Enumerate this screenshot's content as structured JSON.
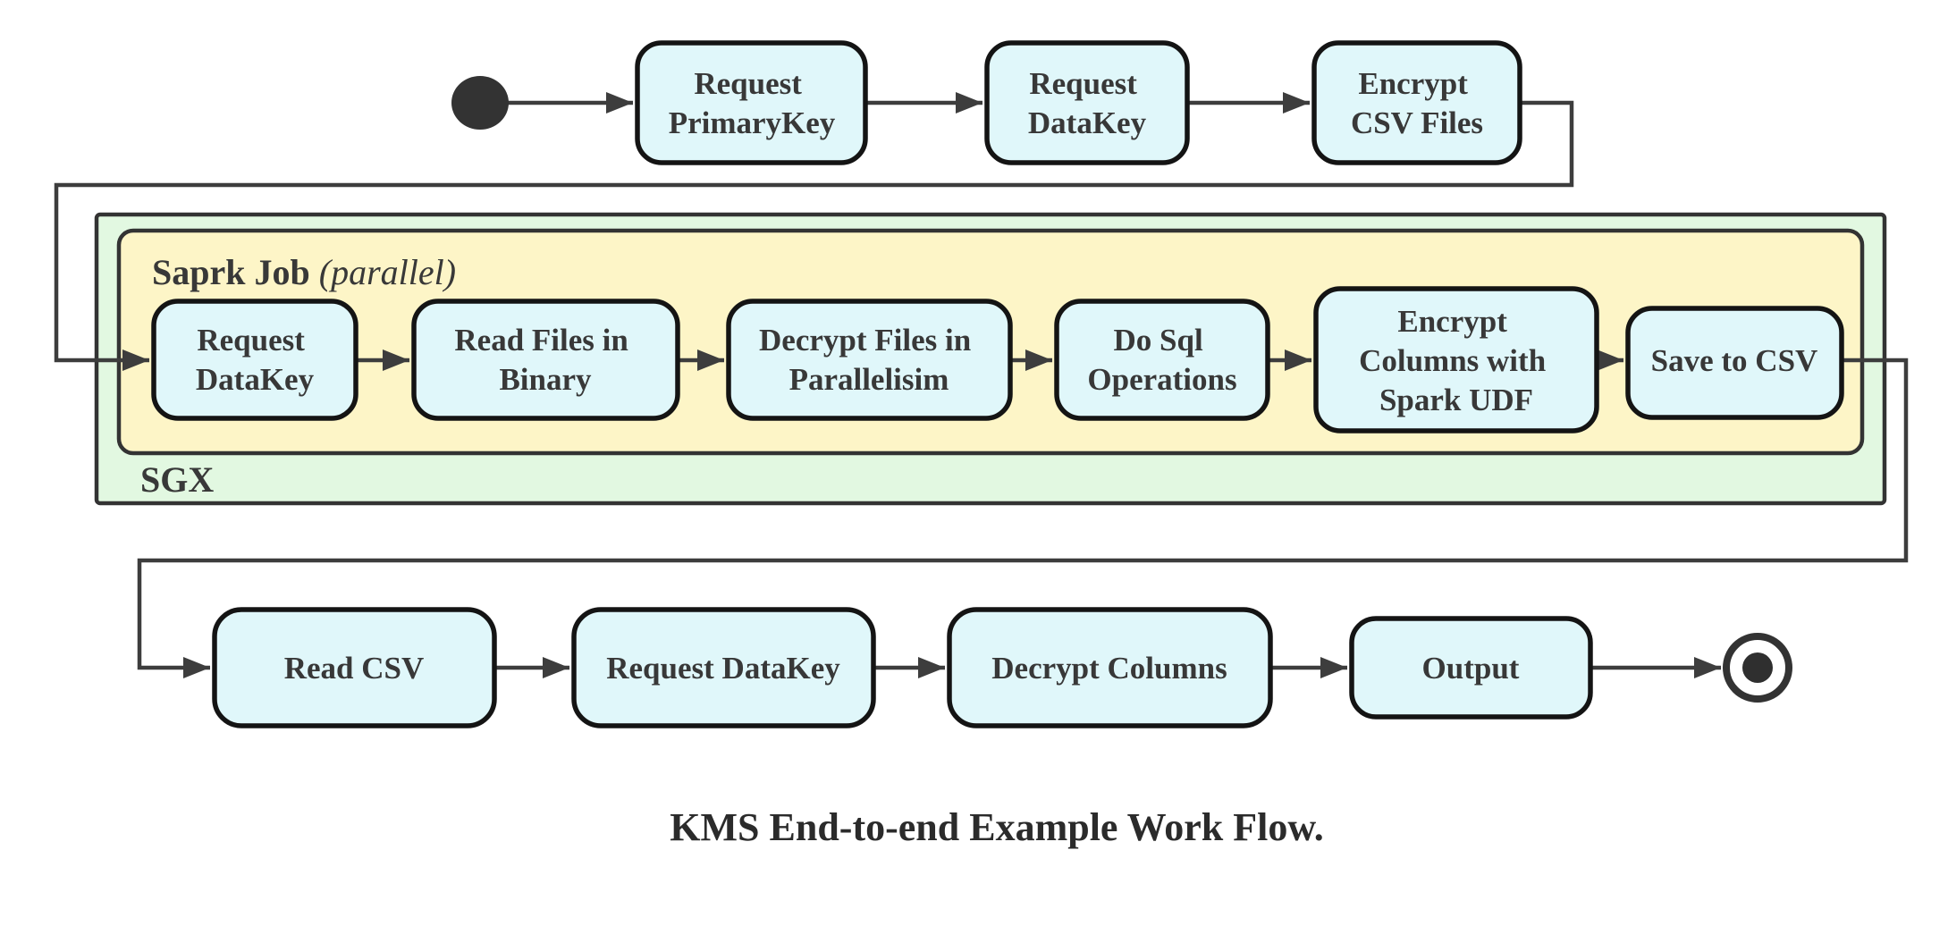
{
  "diagram": {
    "caption": "KMS End-to-end Example Work Flow.",
    "colors": {
      "background": "#ffffff",
      "node_fill": "#e0f7fa",
      "node_border": "#141414",
      "sgx_container_fill": "#e2f8e1",
      "spark_container_fill": "#fdf5c7",
      "container_border": "#333333",
      "edge_line": "#3d3d3d",
      "text": "#383838"
    },
    "top_flow": {
      "start_node": "start",
      "nodes": [
        {
          "lines": [
            "Request",
            "PrimaryKey"
          ]
        },
        {
          "lines": [
            "Request",
            "DataKey"
          ]
        },
        {
          "lines": [
            "Encrypt",
            "CSV Files"
          ]
        }
      ]
    },
    "sgx": {
      "label": "SGX",
      "spark_job": {
        "label": "Saprk Job",
        "qualifier": " (parallel)"
      },
      "nodes": [
        {
          "lines": [
            "Request",
            "DataKey"
          ]
        },
        {
          "lines": [
            "Read Files in",
            "Binary"
          ]
        },
        {
          "lines": [
            "Decrypt Files in",
            "Parallelisim"
          ]
        },
        {
          "lines": [
            "Do Sql",
            "Operations"
          ]
        },
        {
          "lines": [
            "Encrypt",
            "Columns with",
            "Spark UDF"
          ]
        },
        {
          "lines": [
            "Save to CSV"
          ]
        }
      ]
    },
    "bottom_flow": {
      "nodes": [
        {
          "lines": [
            "Read CSV"
          ]
        },
        {
          "lines": [
            "Request DataKey"
          ]
        },
        {
          "lines": [
            "Decrypt Columns"
          ]
        },
        {
          "lines": [
            "Output"
          ]
        }
      ],
      "end_node": "end"
    }
  }
}
